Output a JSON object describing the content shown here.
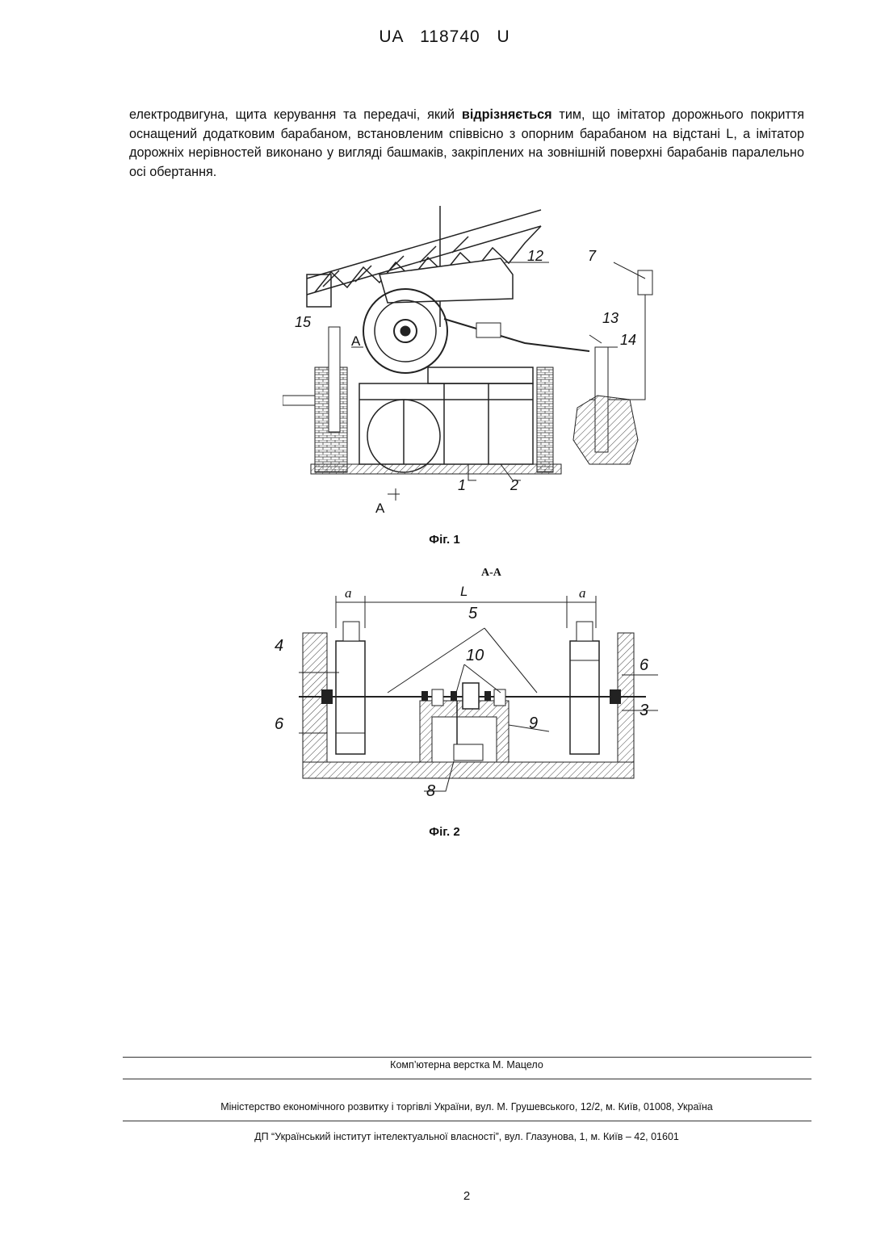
{
  "header": {
    "doc_id": "UA   118740   U"
  },
  "body": {
    "text_before": "електродвигуна, щита керування та передачі, який ",
    "text_bold": "відрізняється",
    "text_after": " тим, що імітатор дорожнього покриття оснащений додатковим барабаном, встановленим співвісно з опорним барабаном на відстані L, а імітатор дорожніх нерівностей виконано у вигляді башмаків, закріплених на зовнішній поверхні барабанів паралельно осі обертання."
  },
  "figure1": {
    "caption": "Фіг. 1",
    "labels": {
      "l12": "12",
      "l7": "7",
      "l15": "15",
      "l13": "13",
      "l14": "14",
      "lA_top": "A",
      "l1": "1",
      "l2": "2",
      "lA_bottom": "A"
    }
  },
  "figure2": {
    "section_title": "A-A",
    "caption": "Фіг. 2",
    "labels": {
      "a_left": "a",
      "L": "L",
      "a_right": "a",
      "l5": "5",
      "l4": "4",
      "l10": "10",
      "l6_right": "6",
      "l3": "3",
      "l6_left": "6",
      "l9": "9",
      "l8": "8"
    }
  },
  "footer": {
    "layout_credit": "Комп’ютерна верстка М. Мацело",
    "ministry": "Міністерство економічного розвитку і торгівлі України, вул. М. Грушевського, 12/2, м. Київ, 01008, Україна",
    "institute": "ДП “Український інститут інтелектуальної власності”, вул. Глазунова, 1, м. Київ – 42, 01601",
    "page_number": "2"
  }
}
